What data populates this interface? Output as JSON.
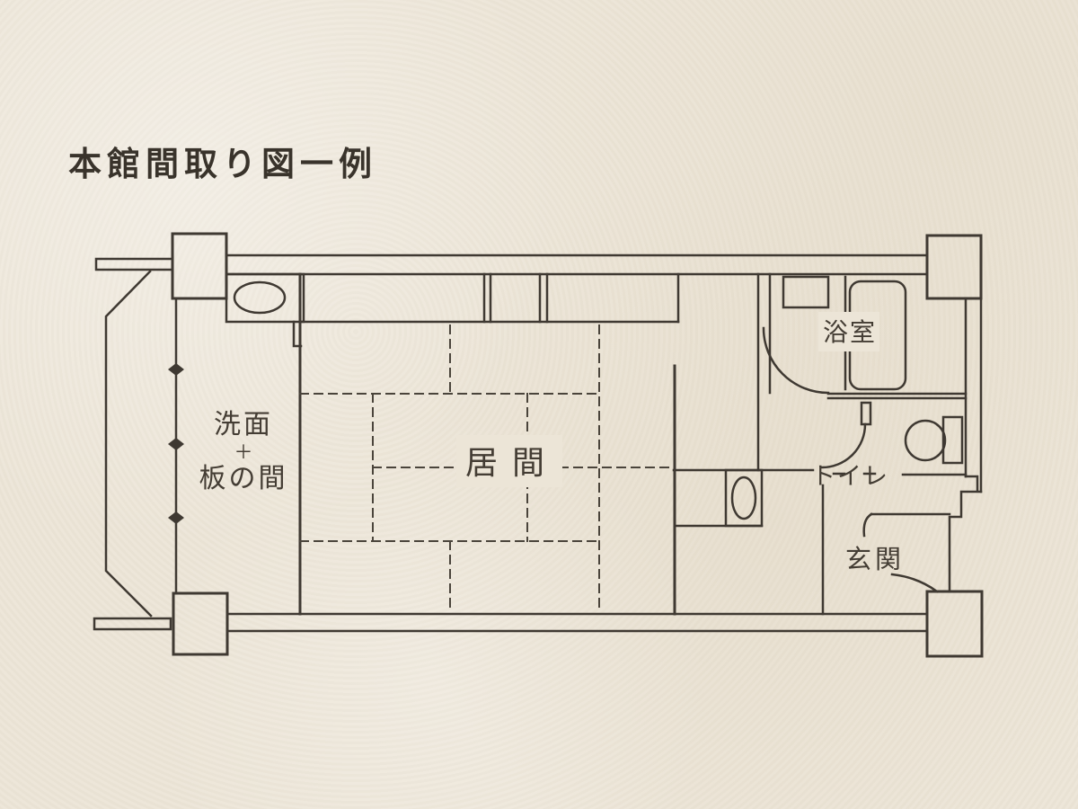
{
  "title": "本館間取り図一例",
  "colors": {
    "background": "#ece5d7",
    "line": "#3f3932",
    "text": "#443d34"
  },
  "rooms": {
    "washroom": {
      "line1": "洗面",
      "plus": "＋",
      "line2": "板の間"
    },
    "living": {
      "label": "居間"
    },
    "bath": {
      "label": "浴室"
    },
    "toilet": {
      "label": "トイレ"
    },
    "entrance": {
      "label": "玄関"
    }
  }
}
